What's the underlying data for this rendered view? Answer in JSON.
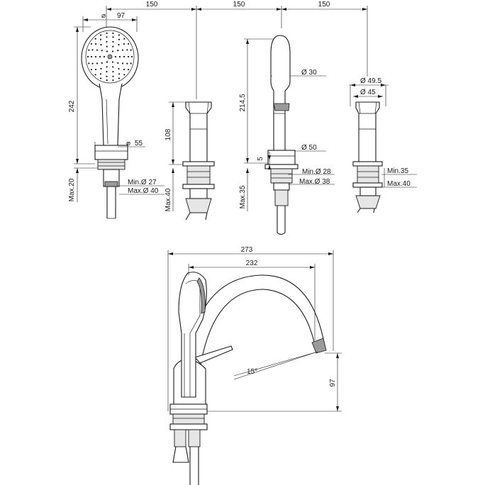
{
  "top_row": {
    "spacing": [
      "150",
      "150",
      "150"
    ],
    "handshower": {
      "diameter": "97",
      "height": "242",
      "base_diameter": "55",
      "max_deck": "Max.20",
      "min_hole": "Min.Ø 27",
      "max_hole": "Max.Ø 40"
    },
    "valve_left": {
      "height": "108",
      "max_deck": "Max.40"
    },
    "spout": {
      "spout_diameter": "Ø 30",
      "height": "214,5",
      "base_diameter": "Ø 50",
      "gap": "5",
      "min_hole": "Min.Ø 28",
      "max_hole": "Max.Ø 38",
      "max_deck": "Max.35"
    },
    "valve_right": {
      "outer_diameter": "Ø 49.5",
      "inner_diameter": "Ø 45",
      "min_deck": "Min.35",
      "max_deck": "Max.40"
    }
  },
  "side_view": {
    "overall_length": "273",
    "reach": "232",
    "angle": "15°",
    "spout_height": "97"
  }
}
